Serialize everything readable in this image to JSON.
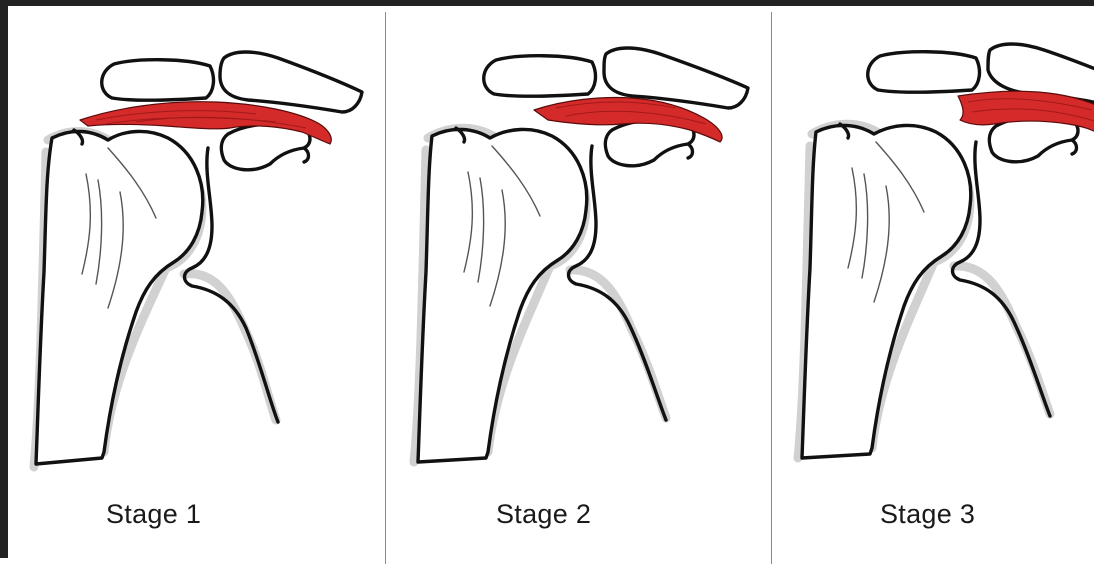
{
  "captions": {
    "stage1": "Stage 1",
    "stage2": "Stage 2",
    "stage3": "Stage 3"
  },
  "colors": {
    "tendon": "#d42a2a",
    "bone_outline": "#111111",
    "panel_border": "#222222",
    "divider": "#8a8a8a"
  }
}
